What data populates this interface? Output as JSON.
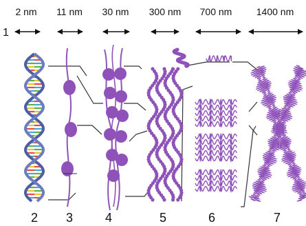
{
  "scale_labels": [
    "2 nm",
    "11 nm",
    "30 nm",
    "300 nm",
    "700 nm",
    "1400 nm"
  ],
  "row_label": "1",
  "stage_numbers": [
    "2",
    "3",
    "4",
    "5",
    "6",
    "7"
  ],
  "colors": {
    "chromatin": "#8f52b9",
    "chromatin_dark": "#6a3596",
    "dna_strand": "#4d5ea3",
    "connector_line": "#333333",
    "text": "#111111",
    "base_pairs": [
      "#e8c52c",
      "#e34b4b",
      "#49a4d6",
      "#5bb04a"
    ]
  }
}
